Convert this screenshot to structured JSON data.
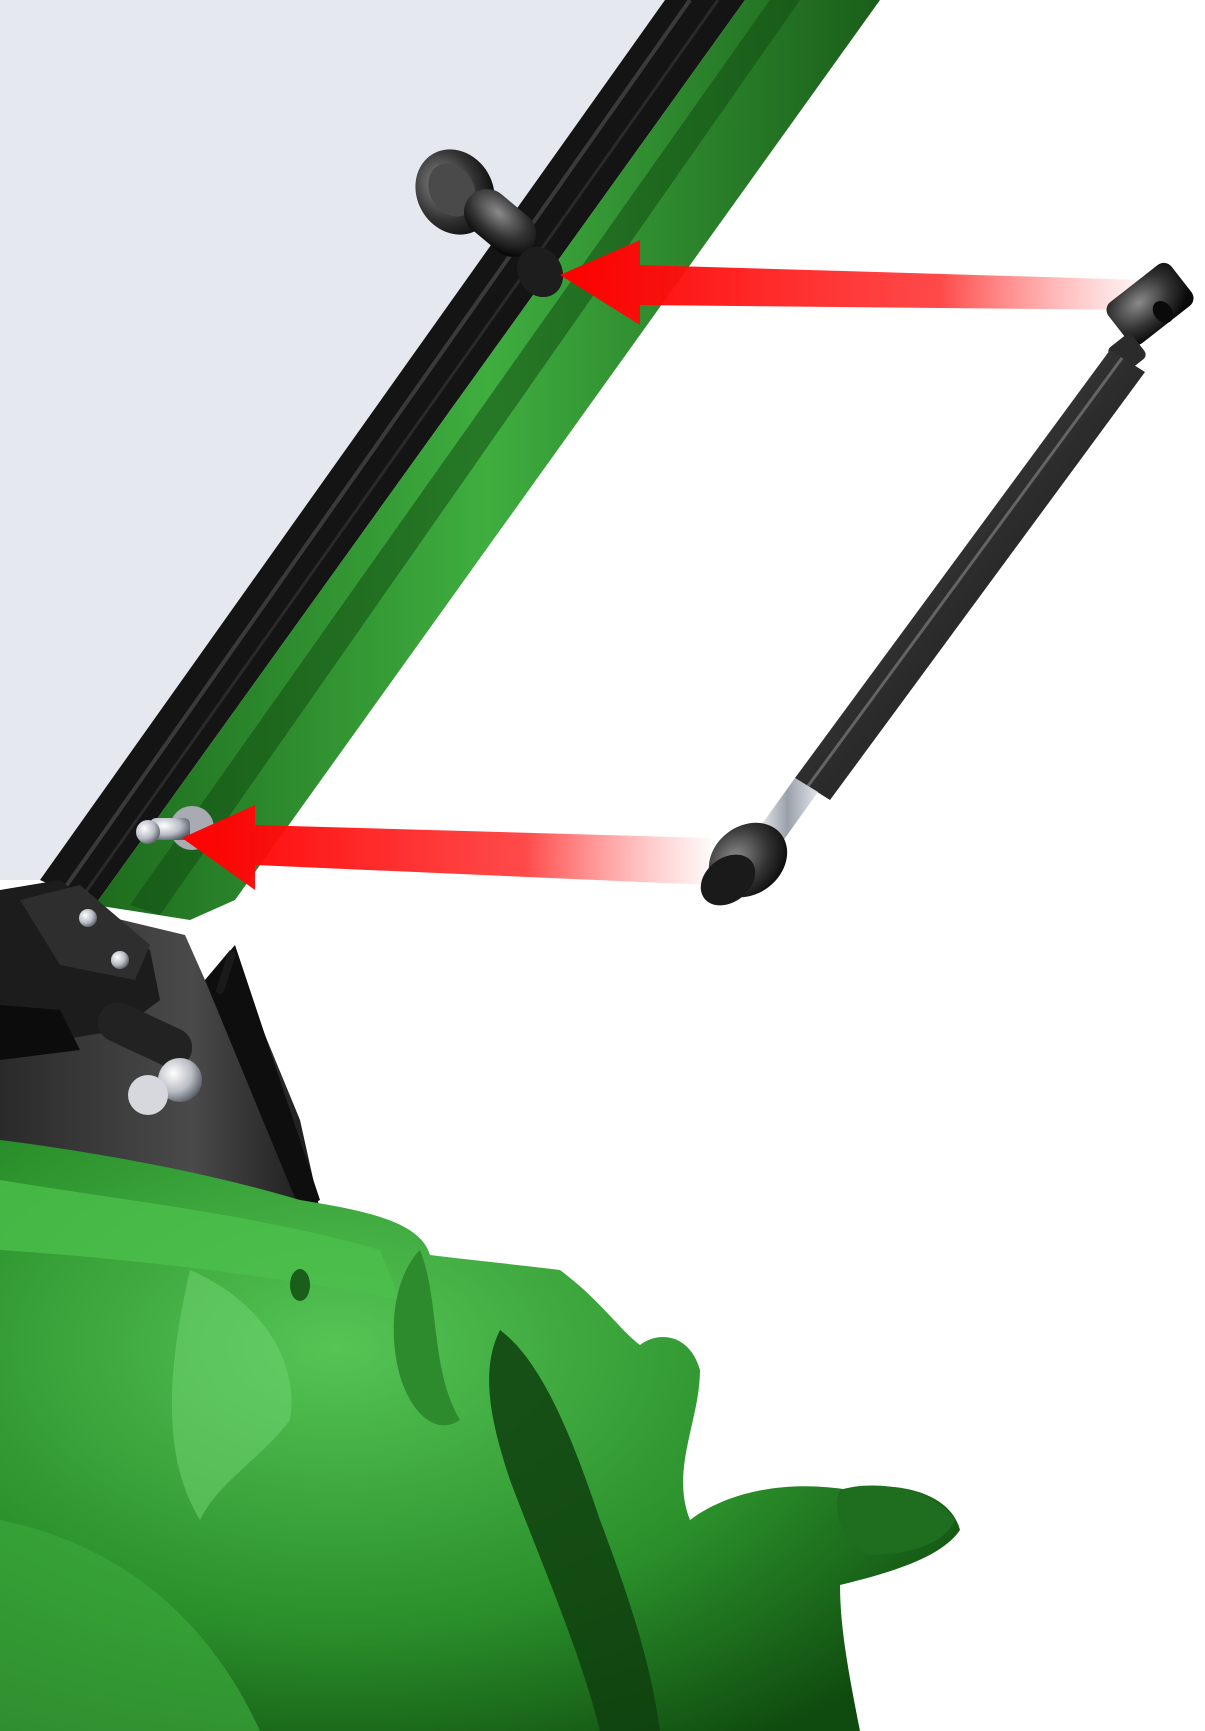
{
  "figure": {
    "kind": "assembly-instruction-illustration",
    "components": [
      {
        "name": "windshield-glass",
        "color": "#e6e8f0"
      },
      {
        "name": "windshield-frame-seal",
        "color": "#141414"
      },
      {
        "name": "cab-frame",
        "color": "#2f9a2f"
      },
      {
        "name": "mounting-bracket",
        "color": "#3c3c3c"
      },
      {
        "name": "upper-ball-stud"
      },
      {
        "name": "lower-ball-stud"
      },
      {
        "name": "gas-strut",
        "color": "#3a3a3a"
      },
      {
        "name": "hinge-assembly"
      }
    ],
    "arrows": [
      {
        "from": "gas-strut-upper-end",
        "to": "upper-ball-stud",
        "color": "#ff1a1a"
      },
      {
        "from": "gas-strut-lower-end",
        "to": "lower-ball-stud",
        "color": "#ff1a1a"
      }
    ]
  }
}
